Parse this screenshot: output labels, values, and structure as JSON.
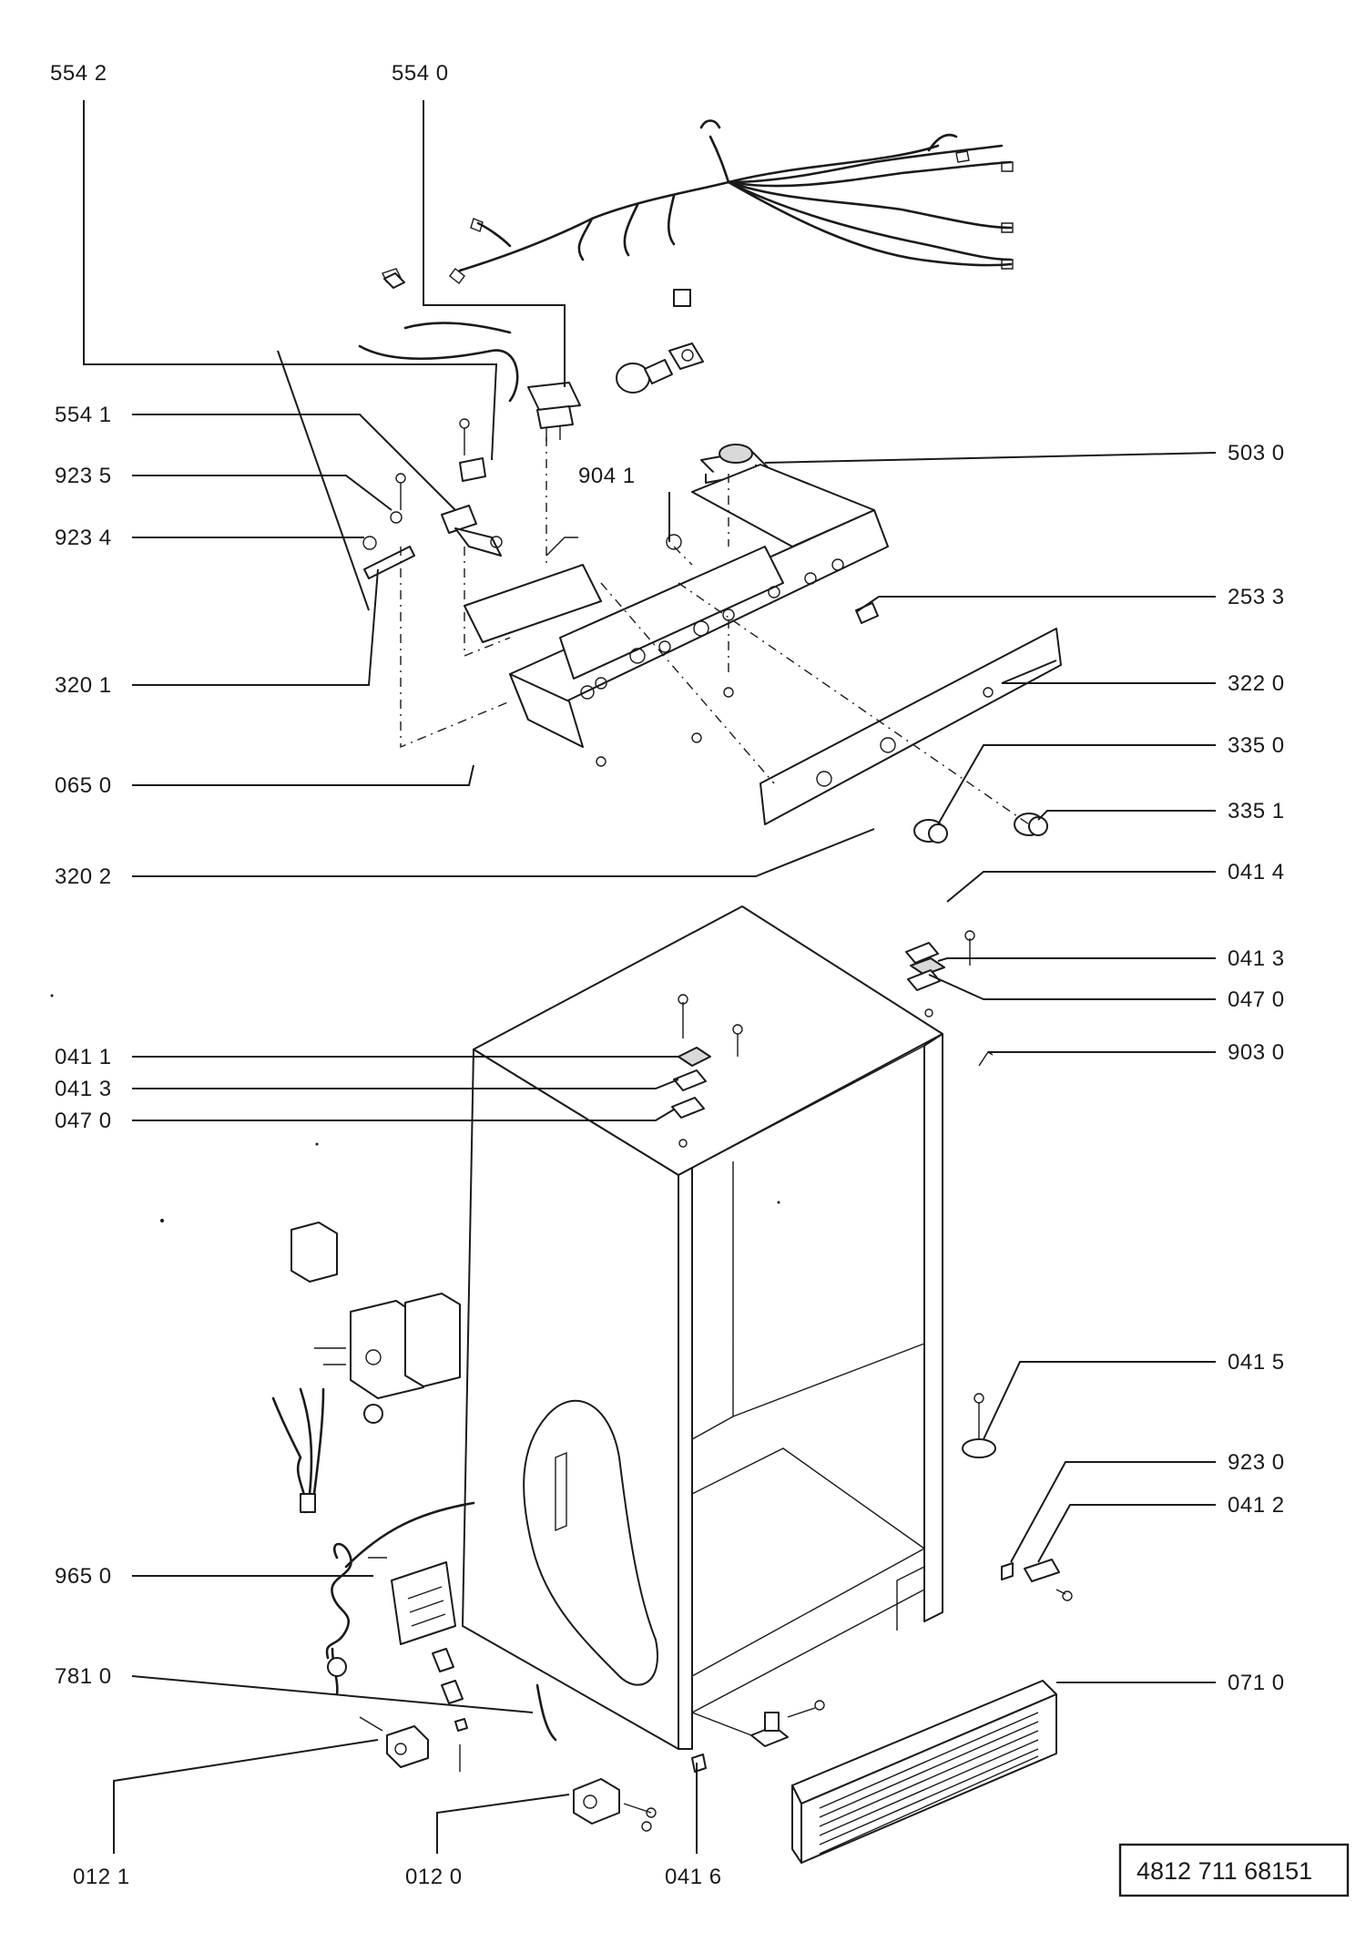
{
  "labels": {
    "l5542": "554 2",
    "l5540": "554 0",
    "l5541": "554 1",
    "l9235": "923 5",
    "l9234": "923 4",
    "l3201": "320 1",
    "l0650": "065 0",
    "l3202": "320 2",
    "l9041": "904 1",
    "l5030": "503 0",
    "l2533": "253 3",
    "l3220": "322 0",
    "l3350": "335 0",
    "l3351": "335 1",
    "l0414": "041 4",
    "l0413r": "041 3",
    "l0470r": "047 0",
    "l9030": "903 0",
    "l0411": "041 1",
    "l0413l": "041 3",
    "l0470l": "047 0",
    "l0415": "041 5",
    "l9230": "923 0",
    "l0412": "041 2",
    "l9650": "965 0",
    "l0710": "071 0",
    "l7810": "781 0",
    "l0121": "012 1",
    "l0120": "012 0",
    "l0416": "041 6"
  },
  "document_number": "4812 711 68151",
  "icons": [
    "wiring-harness-icon",
    "lamp-icon",
    "thermostat-icon",
    "control-panel-icon",
    "cabinet-icon",
    "compressor-relay-icon",
    "power-cord-icon",
    "ventilation-grille-icon",
    "foot-icon",
    "hinge-icon"
  ]
}
